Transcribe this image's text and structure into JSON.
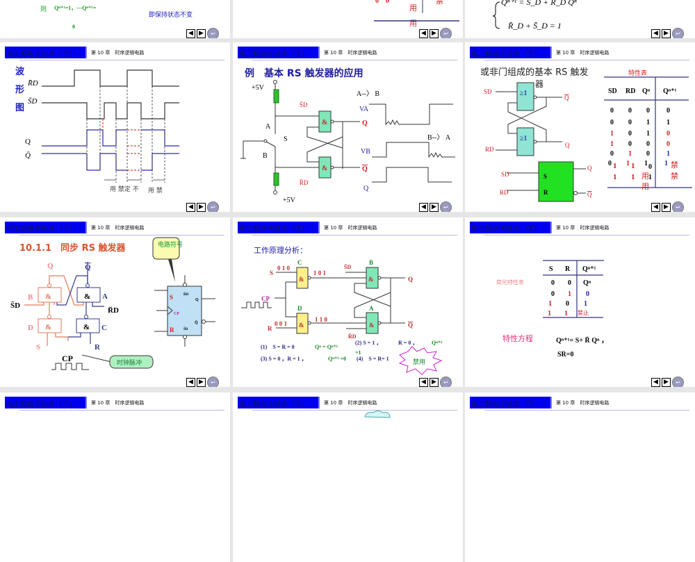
{
  "header": {
    "course": "电工和电子技术（下）",
    "chapter": "第 10 章　时序逻辑电路"
  },
  "nav": {
    "prev_icon": "arrow-left-icon",
    "next_icon": "arrow-right-icon",
    "return_icon": "return-icon"
  },
  "slide_a": {
    "then": "则",
    "eq": "Qⁿ⁺¹=1，—Qⁿ⁺¹=",
    "zero": "0",
    "note": "即保持状态不变"
  },
  "slide_b": {
    "vals": "0　0",
    "yong1": "用",
    "yong2": "用",
    "jin": "禁"
  },
  "slide_c": {
    "eq1": "Qⁿ⁺¹ = S_D + R_D Qⁿ",
    "eq2": "R̄_D + S̄_D = 1"
  },
  "waveform": {
    "title_chars": [
      "波",
      "形",
      "图"
    ],
    "labels": {
      "rd": "R̄D",
      "sd": "S̄D",
      "q": "Q",
      "qbar": "Q̄"
    },
    "notes": [
      "用 禁定 不",
      "用 禁"
    ]
  },
  "rs_app": {
    "title": "例　基本 RS 触发器的应用",
    "vcc_top": "+5V",
    "vcc_bottom": "+5V",
    "a": "A",
    "s": "S",
    "b": "B",
    "sd": "S̄D",
    "rd": "R̄D",
    "gate": "&",
    "q": "Q",
    "qbar": "Q̄",
    "a_to_b": "A--〉 B",
    "b_to_a": "B--〉 A",
    "va": "VA",
    "vb": "VB",
    "q_wave": "Q"
  },
  "nor_rs": {
    "title": "或非门组成的基本 RS 触发",
    "title_wrap": "器",
    "gate": "≥1",
    "sd": "SD",
    "rd": "RD",
    "q": "Q",
    "qbar": "Q̄",
    "s": "S",
    "r": "R",
    "table_title": "特性表",
    "table_headers": [
      "SD",
      "RD",
      "Qⁿ",
      "Qⁿ⁺¹"
    ],
    "table_rows": [
      [
        "0",
        "0",
        "0",
        "0"
      ],
      [
        "0",
        "0",
        "1",
        "1"
      ],
      [
        "1",
        "0",
        "1",
        "0"
      ],
      [
        "1",
        "0",
        "0",
        "0"
      ],
      [
        "0",
        "1",
        "0",
        "1"
      ],
      [
        "0",
        "1",
        "1",
        "1"
      ]
    ],
    "forbidden_rows": [
      [
        "1",
        "1",
        "0"
      ],
      [
        "1",
        "1",
        "1"
      ]
    ],
    "forbidden_label": "禁",
    "forbidden_label2": "禁",
    "yong": "用",
    "yong2": "用"
  },
  "sync_rs": {
    "title": "10.1.1　同步 RS 触发器",
    "q": "Q",
    "qbar": "Q̄",
    "gate": "&",
    "gate_b": "B",
    "gate_a": "A",
    "gate_d": "D",
    "gate_c": "C",
    "sd": "S̄D",
    "rd": "R̄D",
    "s": "S",
    "r": "R",
    "cp": "CP",
    "callout_symbol": "电路符号",
    "callout_clock": "时钟脉冲",
    "sym_s": "S",
    "sym_cp": "CP",
    "sym_r": "R",
    "sym_rd": "R̄D",
    "sym_sd": "S̄D",
    "sym_q": "Q",
    "sym_qbar": "Q̄"
  },
  "analysis": {
    "title": "工作原理分析：",
    "s": "S",
    "s_seq": "0 1 0",
    "c": "C",
    "c_out": "1 0 1",
    "cp": "CP",
    "d": "D",
    "r": "R",
    "r_seq": "0 0 1",
    "d_out": "1 1 0",
    "sd": "S̄D",
    "b": "B",
    "q": "Q",
    "a": "A",
    "qbar": "Q̄",
    "rd": "R̄D",
    "gate": "&",
    "case1": "(1)　S = R = 0",
    "case1_res": "Qⁿ = Qⁿ⁺¹",
    "case2": "(2) S = 1 ，",
    "case2b": "R = 0 ，",
    "case2_res": "Qⁿ⁺¹",
    "case2_res2": "=1",
    "case3": "(3) S = 0 ，R = 1 ，",
    "case3_res": "Qⁿ⁺¹ =0",
    "case4": "(4)　S = R= 1",
    "forbidden": "禁用"
  },
  "simplified": {
    "label": "简化特性表",
    "headers": [
      "S",
      "R",
      "Qⁿ⁺¹"
    ],
    "rows": [
      [
        "0",
        "0",
        "Qⁿ"
      ],
      [
        "0",
        "1",
        "0"
      ],
      [
        "1",
        "0",
        "1"
      ],
      [
        "1",
        "1",
        "禁止"
      ]
    ],
    "eq_label": "特性方程",
    "eq1": "Qⁿ⁺¹= S+ R̄ Qⁿ ，",
    "eq2": "SR=0"
  },
  "colors": {
    "header_blue": "#0000f0",
    "title_blue": "#2020a0",
    "red": "#d02020",
    "green_gate": "#7fe0b0",
    "yellow_gate": "#fff08a"
  }
}
